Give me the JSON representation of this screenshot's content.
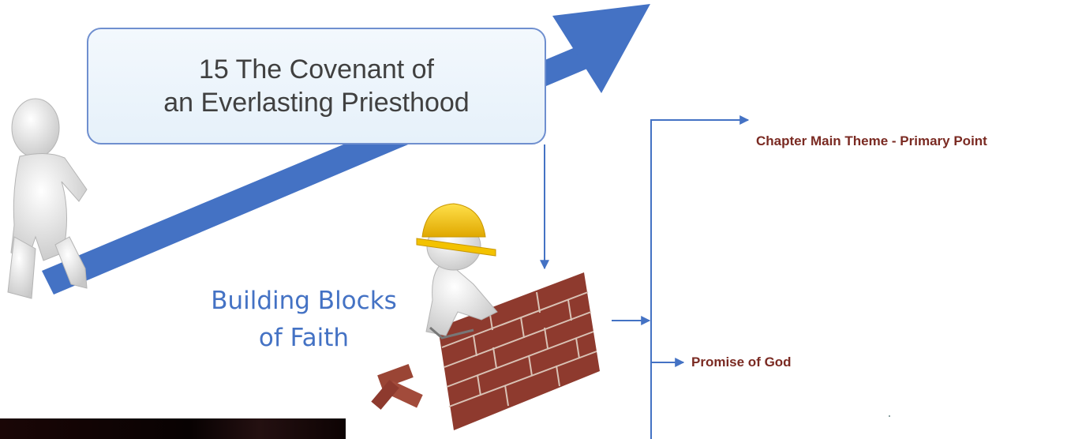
{
  "title_box": {
    "text": "15 The Covenant of\nan Everlasting Priesthood"
  },
  "building_blocks": {
    "text": "Building Blocks\nof Faith"
  },
  "branches": [
    {
      "label": "Chapter Main Theme - Primary Point"
    },
    {
      "label": "Promise of God"
    }
  ],
  "icons": [
    "stick-figure-icon",
    "rising-arrow-icon",
    "builder-figure-icon",
    "brick-wall-icon",
    "hard-hat-icon"
  ],
  "colors": {
    "arrow": "#4472c4",
    "connector": "#4472c4",
    "label_text": "#7a2a22",
    "title_text": "#404040",
    "building_text": "#4472c4",
    "brick": "#a24b3b"
  }
}
